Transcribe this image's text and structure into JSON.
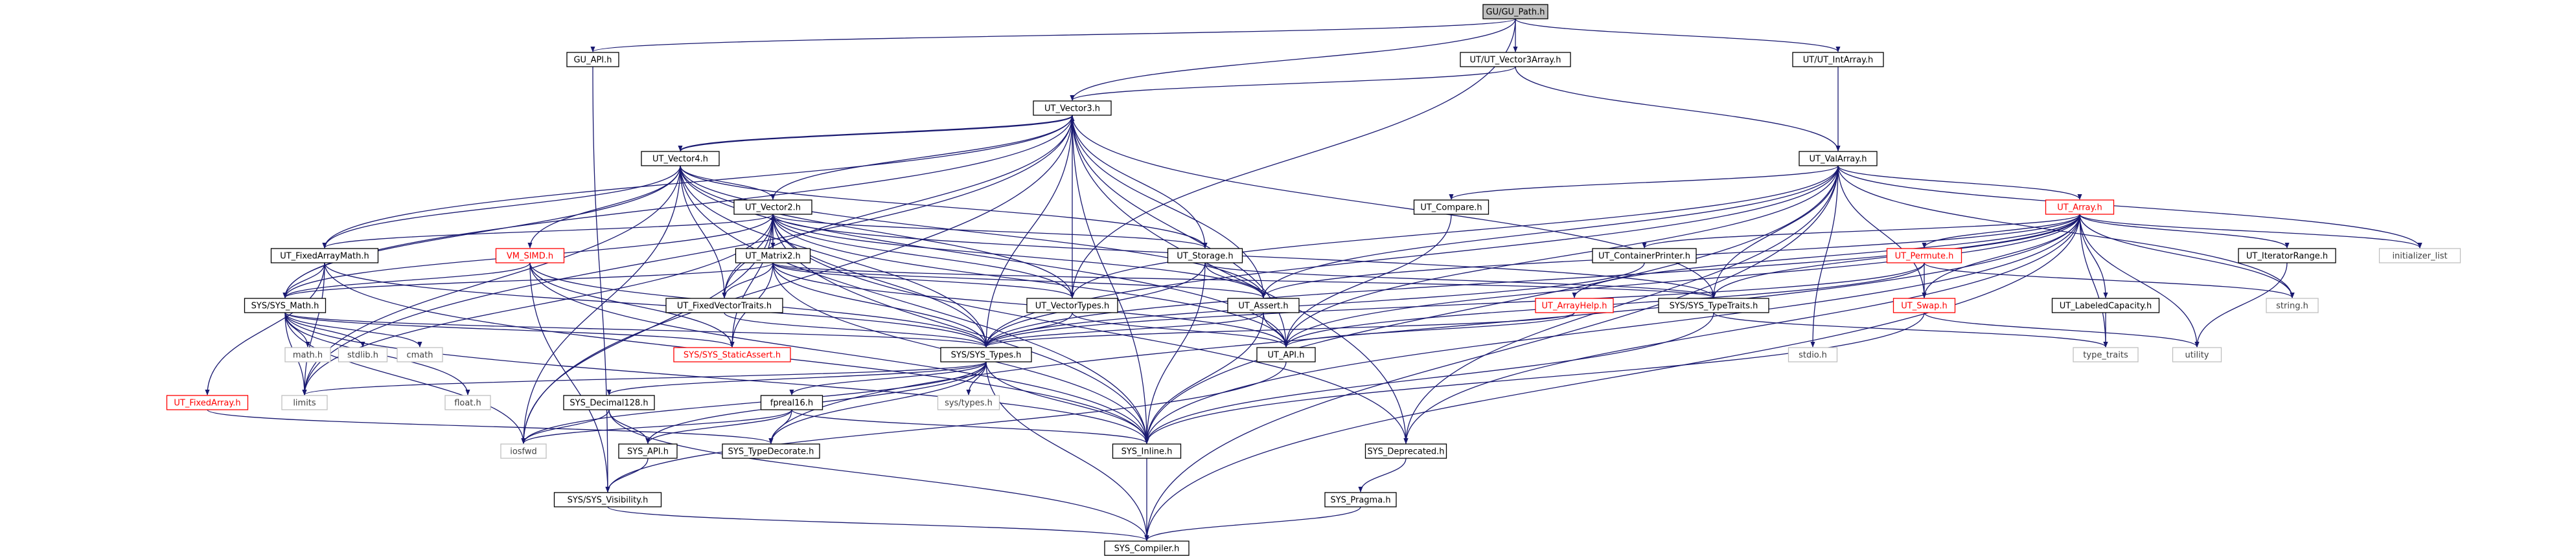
{
  "colors": {
    "edge": "#191970",
    "text": "#000000",
    "text_red": "#ff0000",
    "border_black": "#000000",
    "border_red": "#ff0000",
    "border_gray": "#bfbfbf",
    "root_fill": "#bfbfbf",
    "text_gray": "#404040"
  },
  "nodes": [
    {
      "id": "GU_Path",
      "label": "GU/GU_Path.h",
      "style": "root"
    },
    {
      "id": "GU_API",
      "label": "GU_API.h",
      "style": "normal"
    },
    {
      "id": "UT_Vector3Array",
      "label": "UT/UT_Vector3Array.h",
      "style": "normal"
    },
    {
      "id": "UT_IntArray",
      "label": "UT/UT_IntArray.h",
      "style": "normal"
    },
    {
      "id": "UT_Vector3",
      "label": "UT_Vector3.h",
      "style": "normal"
    },
    {
      "id": "UT_ValArray",
      "label": "UT_ValArray.h",
      "style": "normal"
    },
    {
      "id": "UT_Vector4",
      "label": "UT_Vector4.h",
      "style": "normal"
    },
    {
      "id": "UT_Vector2",
      "label": "UT_Vector2.h",
      "style": "normal"
    },
    {
      "id": "UT_Compare",
      "label": "UT_Compare.h",
      "style": "normal"
    },
    {
      "id": "UT_Array",
      "label": "UT_Array.h",
      "style": "red"
    },
    {
      "id": "UT_FixedArrayMath",
      "label": "UT_FixedArrayMath.h",
      "style": "normal"
    },
    {
      "id": "VM_SIMD",
      "label": "VM_SIMD.h",
      "style": "red"
    },
    {
      "id": "UT_Matrix2",
      "label": "UT_Matrix2.h",
      "style": "normal"
    },
    {
      "id": "UT_Storage",
      "label": "UT_Storage.h",
      "style": "normal"
    },
    {
      "id": "UT_ContainerPrinter",
      "label": "UT_ContainerPrinter.h",
      "style": "normal"
    },
    {
      "id": "UT_Permute",
      "label": "UT_Permute.h",
      "style": "red"
    },
    {
      "id": "UT_IteratorRange",
      "label": "UT_IteratorRange.h",
      "style": "normal"
    },
    {
      "id": "initializer_list",
      "label": "initializer_list",
      "style": "gray"
    },
    {
      "id": "SYS_Math",
      "label": "SYS/SYS_Math.h",
      "style": "normal"
    },
    {
      "id": "UT_FixedVectorTraits",
      "label": "UT_FixedVectorTraits.h",
      "style": "normal"
    },
    {
      "id": "UT_VectorTypes",
      "label": "UT_VectorTypes.h",
      "style": "normal"
    },
    {
      "id": "UT_Assert",
      "label": "UT_Assert.h",
      "style": "normal"
    },
    {
      "id": "SYS_TypeTraits",
      "label": "SYS/SYS_TypeTraits.h",
      "style": "normal"
    },
    {
      "id": "UT_ArrayHelp",
      "label": "UT_ArrayHelp.h",
      "style": "red"
    },
    {
      "id": "UT_Swap",
      "label": "UT_Swap.h",
      "style": "red"
    },
    {
      "id": "UT_LabeledCapacity",
      "label": "UT_LabeledCapacity.h",
      "style": "normal"
    },
    {
      "id": "string_h",
      "label": "string.h",
      "style": "gray"
    },
    {
      "id": "math_h",
      "label": "math.h",
      "style": "gray"
    },
    {
      "id": "stdlib_h",
      "label": "stdlib.h",
      "style": "gray"
    },
    {
      "id": "cmath",
      "label": "cmath",
      "style": "gray"
    },
    {
      "id": "SYS_StaticAssert",
      "label": "SYS/SYS_StaticAssert.h",
      "style": "red"
    },
    {
      "id": "SYS_Types",
      "label": "SYS/SYS_Types.h",
      "style": "normal"
    },
    {
      "id": "UT_API",
      "label": "UT_API.h",
      "style": "normal"
    },
    {
      "id": "stdio_h",
      "label": "stdio.h",
      "style": "gray"
    },
    {
      "id": "type_traits",
      "label": "type_traits",
      "style": "gray"
    },
    {
      "id": "utility",
      "label": "utility",
      "style": "gray"
    },
    {
      "id": "UT_FixedArray",
      "label": "UT_FixedArray.h",
      "style": "red"
    },
    {
      "id": "limits",
      "label": "limits",
      "style": "gray"
    },
    {
      "id": "float_h",
      "label": "float.h",
      "style": "gray"
    },
    {
      "id": "SYS_Decimal128",
      "label": "SYS_Decimal128.h",
      "style": "normal"
    },
    {
      "id": "fpreal16",
      "label": "fpreal16.h",
      "style": "normal"
    },
    {
      "id": "sys_types_h",
      "label": "sys/types.h",
      "style": "gray"
    },
    {
      "id": "iosfwd",
      "label": "iosfwd",
      "style": "gray"
    },
    {
      "id": "SYS_API",
      "label": "SYS_API.h",
      "style": "normal"
    },
    {
      "id": "SYS_TypeDecorate",
      "label": "SYS_TypeDecorate.h",
      "style": "normal"
    },
    {
      "id": "SYS_Inline",
      "label": "SYS_Inline.h",
      "style": "normal"
    },
    {
      "id": "SYS_Deprecated",
      "label": "SYS_Deprecated.h",
      "style": "normal"
    },
    {
      "id": "SYS_Pragma",
      "label": "SYS_Pragma.h",
      "style": "normal"
    },
    {
      "id": "SYS_Visibility",
      "label": "SYS/SYS_Visibility.h",
      "style": "normal"
    },
    {
      "id": "SYS_Compiler",
      "label": "SYS_Compiler.h",
      "style": "normal"
    }
  ],
  "edges": [
    [
      "GU_Path",
      "GU_API"
    ],
    [
      "GU_Path",
      "UT_Vector3Array"
    ],
    [
      "GU_Path",
      "UT_IntArray"
    ],
    [
      "GU_Path",
      "UT_Vector3"
    ],
    [
      "GU_Path",
      "UT_VectorTypes"
    ],
    [
      "GU_API",
      "SYS_Visibility"
    ],
    [
      "UT_Vector3Array",
      "UT_Vector3"
    ],
    [
      "UT_Vector3Array",
      "UT_ValArray"
    ],
    [
      "UT_IntArray",
      "UT_ValArray"
    ],
    [
      "UT_Vector3",
      "UT_Vector4"
    ],
    [
      "UT_Vector3",
      "UT_Vector2"
    ],
    [
      "UT_Vector3",
      "UT_FixedArrayMath"
    ],
    [
      "UT_Vector3",
      "UT_FixedVectorTraits"
    ],
    [
      "UT_Vector3",
      "UT_Storage"
    ],
    [
      "UT_Vector3",
      "UT_VectorTypes"
    ],
    [
      "UT_Vector3",
      "UT_Assert"
    ],
    [
      "UT_Vector3",
      "UT_API"
    ],
    [
      "UT_Vector3",
      "SYS_Math"
    ],
    [
      "UT_Vector3",
      "SYS_Types"
    ],
    [
      "UT_Vector3",
      "SYS_TypeTraits"
    ],
    [
      "UT_Vector3",
      "SYS_Inline"
    ],
    [
      "UT_Vector3",
      "SYS_Deprecated"
    ],
    [
      "UT_Vector3",
      "limits"
    ],
    [
      "UT_Vector3",
      "iosfwd"
    ],
    [
      "UT_Vector4",
      "UT_Vector3"
    ],
    [
      "UT_Vector4",
      "UT_Vector2"
    ],
    [
      "UT_Vector4",
      "VM_SIMD"
    ],
    [
      "UT_Vector4",
      "UT_FixedArrayMath"
    ],
    [
      "UT_Vector4",
      "UT_FixedVectorTraits"
    ],
    [
      "UT_Vector4",
      "UT_Storage"
    ],
    [
      "UT_Vector4",
      "UT_VectorTypes"
    ],
    [
      "UT_Vector4",
      "UT_Assert"
    ],
    [
      "UT_Vector4",
      "UT_API"
    ],
    [
      "UT_Vector4",
      "SYS_Math"
    ],
    [
      "UT_Vector4",
      "SYS_Types"
    ],
    [
      "UT_Vector4",
      "SYS_Inline"
    ],
    [
      "UT_Vector4",
      "limits"
    ],
    [
      "UT_Vector4",
      "iosfwd"
    ],
    [
      "UT_Vector2",
      "UT_Matrix2"
    ],
    [
      "UT_Vector2",
      "UT_FixedArrayMath"
    ],
    [
      "UT_Vector2",
      "UT_FixedVectorTraits"
    ],
    [
      "UT_Vector2",
      "UT_Storage"
    ],
    [
      "UT_Vector2",
      "UT_VectorTypes"
    ],
    [
      "UT_Vector2",
      "UT_Assert"
    ],
    [
      "UT_Vector2",
      "UT_API"
    ],
    [
      "UT_Vector2",
      "SYS_Math"
    ],
    [
      "UT_Vector2",
      "SYS_Types"
    ],
    [
      "UT_Vector2",
      "SYS_StaticAssert"
    ],
    [
      "UT_Vector2",
      "SYS_TypeTraits"
    ],
    [
      "UT_Vector2",
      "SYS_Inline"
    ],
    [
      "UT_Vector2",
      "SYS_Deprecated"
    ],
    [
      "UT_Vector2",
      "limits"
    ],
    [
      "UT_Vector2",
      "iosfwd"
    ],
    [
      "UT_Matrix2",
      "UT_Vector2"
    ],
    [
      "UT_Matrix2",
      "UT_FixedVectorTraits"
    ],
    [
      "UT_Matrix2",
      "UT_VectorTypes"
    ],
    [
      "UT_Matrix2",
      "UT_Assert"
    ],
    [
      "UT_Matrix2",
      "UT_API"
    ],
    [
      "UT_Matrix2",
      "SYS_Math"
    ],
    [
      "UT_Matrix2",
      "SYS_Types"
    ],
    [
      "UT_Matrix2",
      "SYS_StaticAssert"
    ],
    [
      "UT_Matrix2",
      "SYS_TypeTraits"
    ],
    [
      "UT_Matrix2",
      "SYS_Inline"
    ],
    [
      "UT_ValArray",
      "UT_Array"
    ],
    [
      "UT_ValArray",
      "UT_Compare"
    ],
    [
      "UT_ValArray",
      "UT_VectorTypes"
    ],
    [
      "UT_ValArray",
      "UT_Assert"
    ],
    [
      "UT_ValArray",
      "UT_API"
    ],
    [
      "UT_ValArray",
      "UT_Swap"
    ],
    [
      "UT_ValArray",
      "SYS_Types"
    ],
    [
      "UT_ValArray",
      "SYS_TypeTraits"
    ],
    [
      "UT_ValArray",
      "SYS_Compiler"
    ],
    [
      "UT_ValArray",
      "SYS_Deprecated"
    ],
    [
      "UT_ValArray",
      "SYS_Inline"
    ],
    [
      "UT_ValArray",
      "initializer_list"
    ],
    [
      "UT_ValArray",
      "string_h"
    ],
    [
      "UT_ValArray",
      "stdio_h"
    ],
    [
      "UT_Compare",
      "UT_API"
    ],
    [
      "UT_Array",
      "UT_ArrayHelp"
    ],
    [
      "UT_Array",
      "UT_ContainerPrinter"
    ],
    [
      "UT_Array",
      "UT_IteratorRange"
    ],
    [
      "UT_Array",
      "UT_LabeledCapacity"
    ],
    [
      "UT_Array",
      "UT_Permute"
    ],
    [
      "UT_Array",
      "UT_Swap"
    ],
    [
      "UT_Array",
      "UT_Assert"
    ],
    [
      "UT_Array",
      "UT_API"
    ],
    [
      "UT_Array",
      "SYS_Types"
    ],
    [
      "UT_Array",
      "SYS_TypeTraits"
    ],
    [
      "UT_Array",
      "SYS_Compiler"
    ],
    [
      "UT_Array",
      "SYS_Deprecated"
    ],
    [
      "UT_Array",
      "SYS_Inline"
    ],
    [
      "UT_Array",
      "SYS_TypeDecorate"
    ],
    [
      "UT_Array",
      "initializer_list"
    ],
    [
      "UT_Array",
      "string_h"
    ],
    [
      "UT_Array",
      "utility"
    ],
    [
      "UT_Array",
      "type_traits"
    ],
    [
      "UT_ContainerPrinter",
      "SYS_Types"
    ],
    [
      "UT_Permute",
      "UT_Swap"
    ],
    [
      "UT_Permute",
      "SYS_Types"
    ],
    [
      "UT_Permute",
      "UT_API"
    ],
    [
      "UT_Permute",
      "string_h"
    ],
    [
      "UT_IteratorRange",
      "utility"
    ],
    [
      "UT_LabeledCapacity",
      "type_traits"
    ],
    [
      "UT_ArrayHelp",
      "SYS_Types"
    ],
    [
      "UT_ArrayHelp",
      "UT_API"
    ],
    [
      "UT_Swap",
      "SYS_Inline"
    ],
    [
      "UT_Swap",
      "utility"
    ],
    [
      "UT_Storage",
      "UT_Assert"
    ],
    [
      "UT_Storage",
      "SYS_Types"
    ],
    [
      "UT_Storage",
      "SYS_Inline"
    ],
    [
      "UT_Storage",
      "SYS_TypeTraits"
    ],
    [
      "UT_FixedArrayMath",
      "SYS_Math"
    ],
    [
      "UT_FixedArrayMath",
      "SYS_Types"
    ],
    [
      "UT_FixedArrayMath",
      "UT_FixedArray"
    ],
    [
      "UT_FixedArrayMath",
      "SYS_Inline"
    ],
    [
      "UT_FixedArrayMath",
      "limits"
    ],
    [
      "VM_SIMD",
      "SYS_Math"
    ],
    [
      "VM_SIMD",
      "SYS_Types"
    ],
    [
      "VM_SIMD",
      "SYS_StaticAssert"
    ],
    [
      "VM_SIMD",
      "SYS_Visibility"
    ],
    [
      "VM_SIMD",
      "SYS_Inline"
    ],
    [
      "UT_FixedVectorTraits",
      "SYS_Types"
    ],
    [
      "UT_VectorTypes",
      "SYS_Types"
    ],
    [
      "UT_VectorTypes",
      "UT_API"
    ],
    [
      "UT_Assert",
      "UT_API"
    ],
    [
      "UT_Assert",
      "SYS_Inline"
    ],
    [
      "UT_Assert",
      "SYS_Types"
    ],
    [
      "UT_API",
      "SYS_Visibility"
    ],
    [
      "SYS_TypeTraits",
      "SYS_Inline"
    ],
    [
      "SYS_TypeTraits",
      "type_traits"
    ],
    [
      "SYS_Math",
      "SYS_Types"
    ],
    [
      "SYS_Math",
      "math_h"
    ],
    [
      "SYS_Math",
      "stdlib_h"
    ],
    [
      "SYS_Math",
      "cmath"
    ],
    [
      "SYS_Math",
      "float_h"
    ],
    [
      "SYS_Math",
      "limits"
    ],
    [
      "SYS_Math",
      "SYS_Inline"
    ],
    [
      "SYS_Math",
      "SYS_StaticAssert"
    ],
    [
      "SYS_Math",
      "iosfwd"
    ],
    [
      "UT_FixedArray",
      "SYS_TypeDecorate"
    ],
    [
      "SYS_Types",
      "SYS_Decimal128"
    ],
    [
      "SYS_Types",
      "fpreal16"
    ],
    [
      "SYS_Types",
      "sys_types_h"
    ],
    [
      "SYS_Types",
      "limits"
    ],
    [
      "SYS_Types",
      "SYS_Inline"
    ],
    [
      "SYS_Types",
      "SYS_TypeDecorate"
    ],
    [
      "SYS_Types",
      "SYS_API"
    ],
    [
      "SYS_Types",
      "SYS_Compiler"
    ],
    [
      "SYS_Types",
      "iosfwd"
    ],
    [
      "SYS_Decimal128",
      "SYS_API"
    ],
    [
      "SYS_Decimal128",
      "SYS_Compiler"
    ],
    [
      "SYS_Decimal128",
      "iosfwd"
    ],
    [
      "fpreal16",
      "SYS_API"
    ],
    [
      "fpreal16",
      "SYS_Inline"
    ],
    [
      "fpreal16",
      "SYS_TypeDecorate"
    ],
    [
      "fpreal16",
      "iosfwd"
    ],
    [
      "SYS_API",
      "SYS_Visibility"
    ],
    [
      "SYS_Visibility",
      "SYS_Compiler"
    ],
    [
      "SYS_Inline",
      "SYS_Compiler"
    ],
    [
      "SYS_Deprecated",
      "SYS_Pragma"
    ],
    [
      "SYS_Pragma",
      "SYS_Compiler"
    ]
  ]
}
